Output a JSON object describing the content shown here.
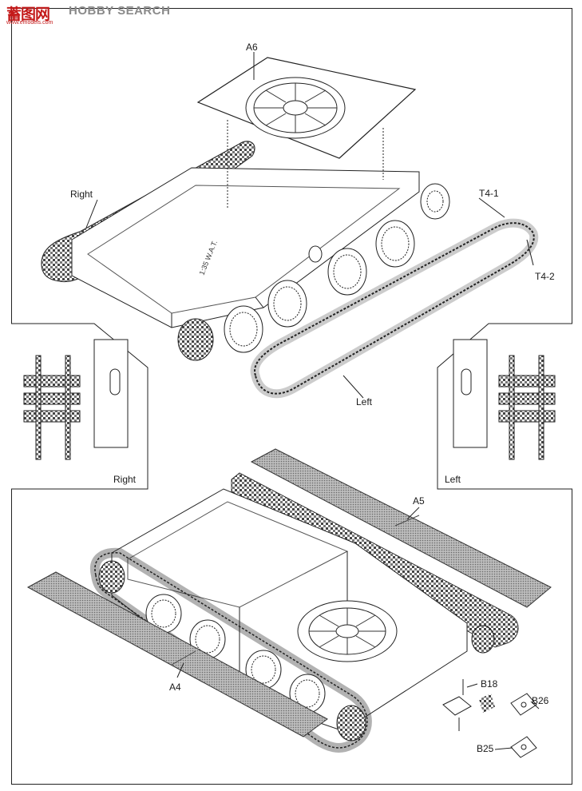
{
  "logo": {
    "cn_text": "蓄图网",
    "url_text": "www.emodels.com",
    "en_text": "HOBBY SEARCH"
  },
  "labels": {
    "a6": "A6",
    "right_top": "Right",
    "t4_1": "T4-1",
    "t4_2": "T4-2",
    "left_top": "Left",
    "inset_right": "Right",
    "inset_left": "Left",
    "a5": "A5",
    "a4": "A4",
    "b18": "B18",
    "b26": "B26",
    "b25": "B25"
  },
  "colors": {
    "line": "#222222",
    "track": "#555555",
    "fender": "#8c8c8c",
    "logo_red": "#c41a1a"
  }
}
